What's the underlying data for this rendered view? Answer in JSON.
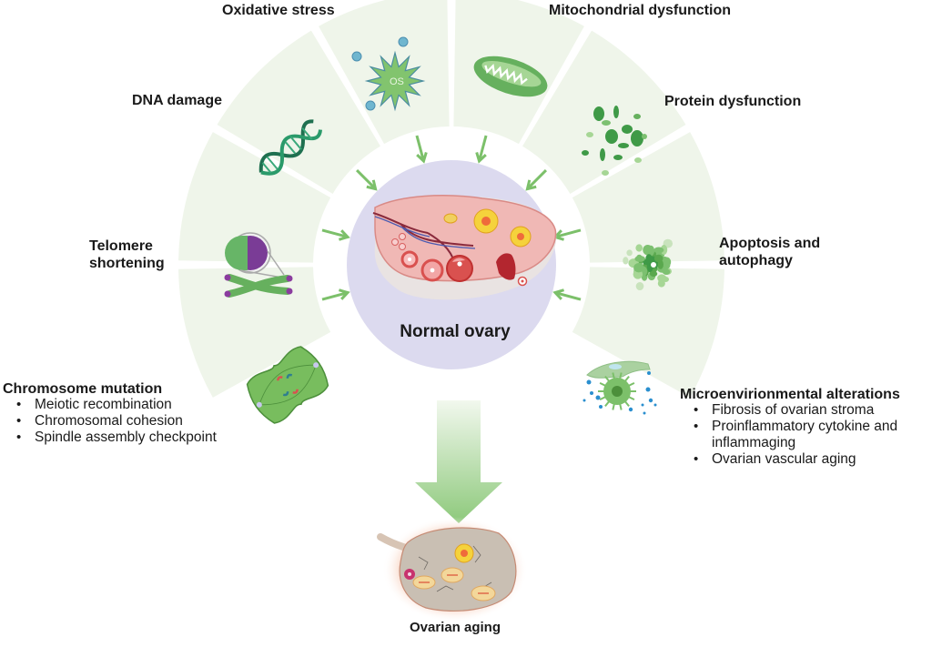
{
  "title": "Mechanisms of ovarian aging",
  "center": {
    "label": "Normal ovary"
  },
  "outcome": {
    "label": "Ovarian aging"
  },
  "factors": [
    {
      "id": "chromosome-mutation",
      "label": "Chromosome mutation",
      "icon": "spindle-cell-icon",
      "bullets": [
        "Meiotic recombination",
        "Chromosomal cohesion",
        "Spindle assembly checkpoint"
      ]
    },
    {
      "id": "telomere-shortening",
      "label": "Telomere shortening",
      "label_lines": [
        "Telomere",
        "shortening"
      ],
      "icon": "chromosome-telomere-icon",
      "bullets": []
    },
    {
      "id": "dna-damage",
      "label": "DNA damage",
      "icon": "dna-helix-icon",
      "bullets": []
    },
    {
      "id": "oxidative-stress",
      "label": "Oxidative stress",
      "icon": "oxidative-stress-burst-icon",
      "icon_text": "OS",
      "bullets": []
    },
    {
      "id": "mitochondrial-dysfunction",
      "label": "Mitochondrial dysfunction",
      "icon": "mitochondrion-icon",
      "bullets": []
    },
    {
      "id": "protein-dysfunction",
      "label": "Protein dysfunction",
      "icon": "protein-fragments-icon",
      "bullets": []
    },
    {
      "id": "apoptosis-autophagy",
      "label": "Apoptosis and autophagy",
      "label_lines": [
        "Apoptosis and",
        "autophagy"
      ],
      "icon": "apoptotic-cell-icon",
      "bullets": []
    },
    {
      "id": "microenvironmental-alterations",
      "label": "Microenvirionmental alterations",
      "icon": "fibroblast-cytokine-icon",
      "bullets": [
        "Fibrosis of ovarian stroma",
        "Proinflammatory cytokine and",
        "inflammaging",
        "Ovarian vascular aging"
      ]
    }
  ],
  "colors": {
    "ring_fill": "#eff5ea",
    "center_disc": "#dcdaef",
    "arrow": "#7cc06a",
    "big_arrow_top": "#eef6ea",
    "big_arrow_bottom": "#8dc97b",
    "ovary_pink": "#f0b8b5",
    "follicle_red": "#d9514f",
    "corpus_yellow": "#f5d23c",
    "aged_ovary": "#c9bfb3"
  }
}
